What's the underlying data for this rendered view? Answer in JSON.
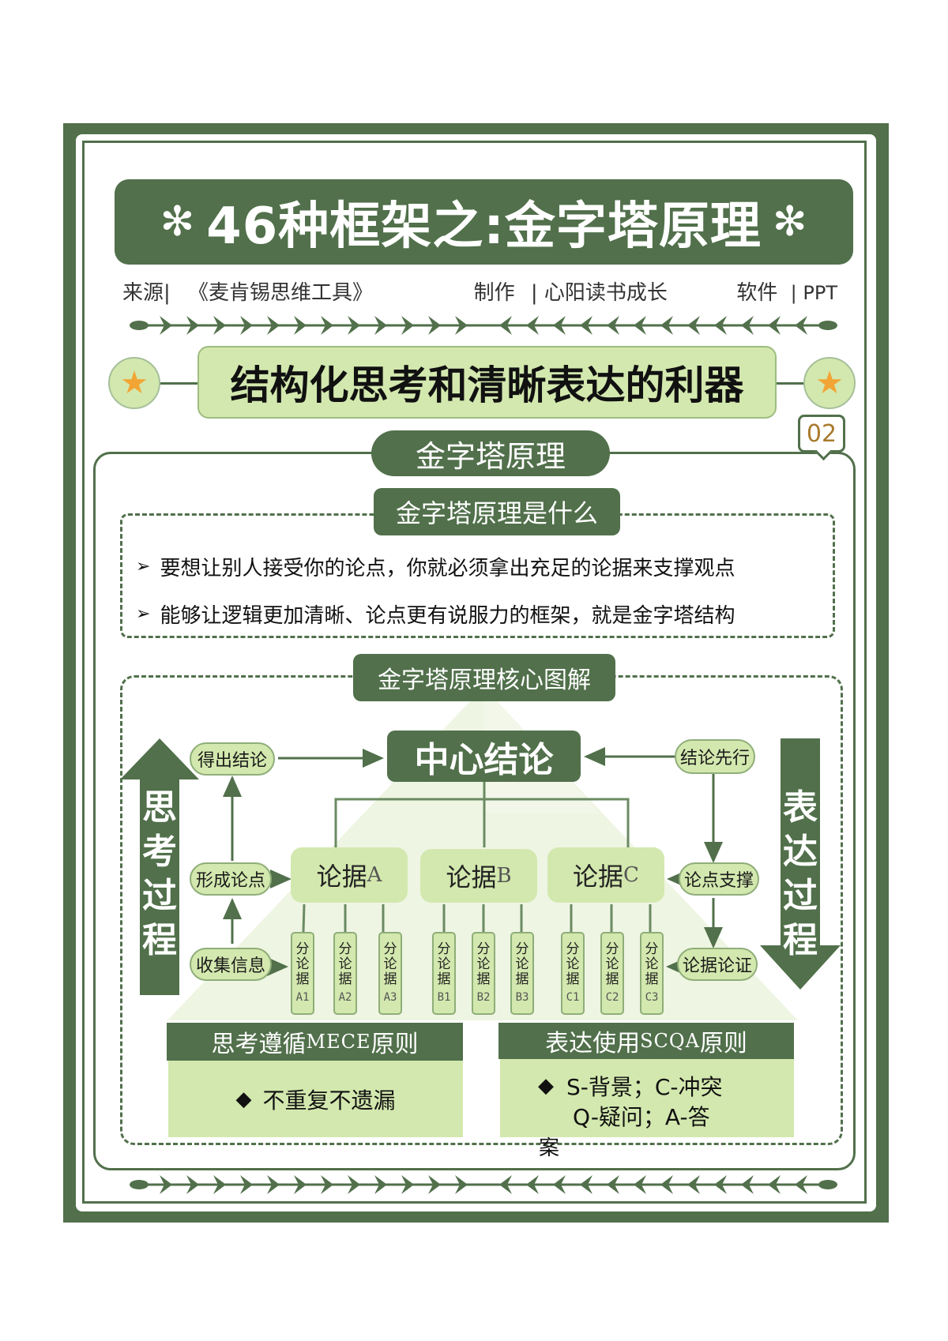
{
  "header": {
    "title": "46种框架之:金字塔原理",
    "flower_left": "✻",
    "flower_right": "✻",
    "source_label": "来源|",
    "source_value": "《麦肯锡思维工具》",
    "maker_label": "制作",
    "maker_value": "| 心阳读书成长",
    "software_label": "软件",
    "software_value": "| PPT"
  },
  "subtitle": {
    "text": "结构化思考和清晰表达的利器",
    "star_left": "★",
    "star_right": "★"
  },
  "section": {
    "title": "金字塔原理",
    "page_number": "02"
  },
  "what_is": {
    "title": "金字塔原理是什么",
    "bullet_icon": "➢",
    "bullets": [
      "要想让别人接受你的论点，你就必须拿出充足的论据来支撑观点",
      "能够让逻辑更加清晰、论点更有说服力的框架，就是金字塔结构"
    ]
  },
  "diagram": {
    "title": "金字塔原理核心图解",
    "center_node": "中心结论",
    "left_arrow_label": [
      "思",
      "考",
      "过",
      "程"
    ],
    "right_arrow_label": [
      "表",
      "达",
      "过",
      "程"
    ],
    "left_steps": [
      "得出结论",
      "形成论点",
      "收集信息"
    ],
    "right_steps": [
      "结论先行",
      "论点支撑",
      "论据论证"
    ],
    "arguments": [
      {
        "label": "论据",
        "suffix": "A"
      },
      {
        "label": "论据",
        "suffix": "B"
      },
      {
        "label": "论据",
        "suffix": "C"
      }
    ],
    "sub_arguments": [
      {
        "chars": [
          "分",
          "论",
          "据"
        ],
        "code": "A1"
      },
      {
        "chars": [
          "分",
          "论",
          "据"
        ],
        "code": "A2"
      },
      {
        "chars": [
          "分",
          "论",
          "据"
        ],
        "code": "A3"
      },
      {
        "chars": [
          "分",
          "论",
          "据"
        ],
        "code": "B1"
      },
      {
        "chars": [
          "分",
          "论",
          "据"
        ],
        "code": "B2"
      },
      {
        "chars": [
          "分",
          "论",
          "据"
        ],
        "code": "B3"
      },
      {
        "chars": [
          "分",
          "论",
          "据"
        ],
        "code": "C1"
      },
      {
        "chars": [
          "分",
          "论",
          "据"
        ],
        "code": "C2"
      },
      {
        "chars": [
          "分",
          "论",
          "据"
        ],
        "code": "C3"
      }
    ]
  },
  "principles": {
    "mece": {
      "title_cn1": "思考遵循",
      "title_latin": "MECE",
      "title_cn2": "原则",
      "bullet_icon": "◆",
      "items": [
        "不重复不遗漏"
      ]
    },
    "scqa": {
      "title_cn1": "表达使用",
      "title_latin": "SCQA",
      "title_cn2": "原则",
      "bullet_icon": "◆",
      "line1": "S-背景；C-冲突",
      "line2": "Q-疑问；A-答",
      "overflow": "案"
    }
  },
  "colors": {
    "primary_green": "#51704b",
    "light_green": "#d3e8ae",
    "pyramid_tint": "#eef5e2",
    "star_orange": "#f2a534",
    "badge_text": "#a87b2e"
  }
}
